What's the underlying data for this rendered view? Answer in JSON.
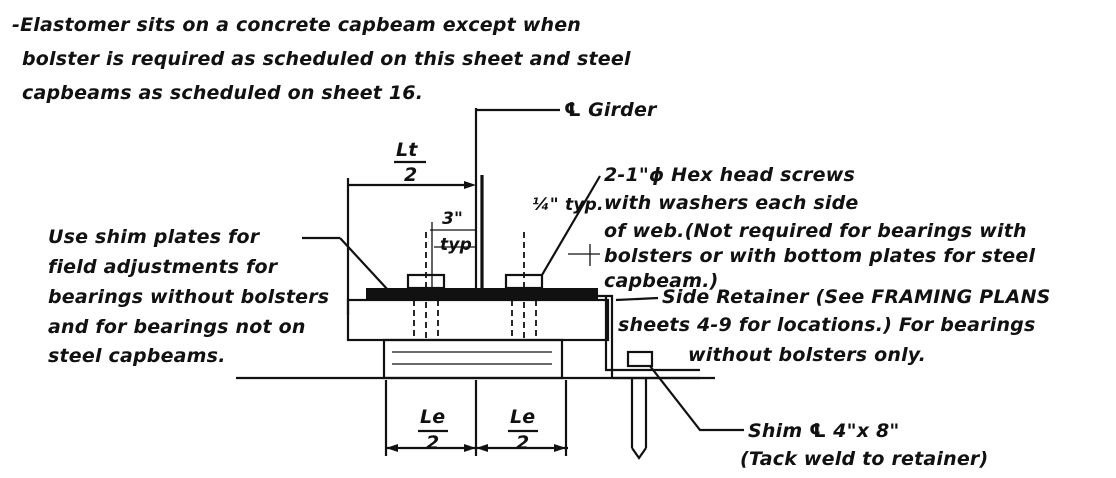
{
  "general_note": [
    "-Elastomer sits on a concrete capbeam except when",
    "bolster is required as scheduled on this sheet and steel",
    "capbeams as scheduled on sheet 16."
  ],
  "girder_label": "Girder",
  "centerline_symbol": "℄",
  "dim_lt_num": "Lt",
  "dim_lt_den": "2",
  "dim_le_num": "Le",
  "dim_le_den": "2",
  "dim_3in": "3\"",
  "dim_3in_typ": "typ",
  "dim_quarter_typ": "¼\" typ.",
  "hex_screws_note": [
    "2-1\"ϕ Hex head screws",
    "with washers each side",
    "of web.(Not required for bearings with",
    "bolsters or with bottom plates for steel",
    "capbeam.)"
  ],
  "shim_plates_note": [
    "Use shim plates for",
    "field adjustments for",
    "bearings without bolsters",
    "and for bearings not on",
    "steel capbeams."
  ],
  "side_retainer_note": [
    "Side Retainer (See FRAMING PLANS",
    "sheets 4-9 for locations.) For bearings",
    "without bolsters only."
  ],
  "shim_note": [
    "Shim ℄ 4\"x 8\"",
    "(Tack weld to retainer)"
  ]
}
